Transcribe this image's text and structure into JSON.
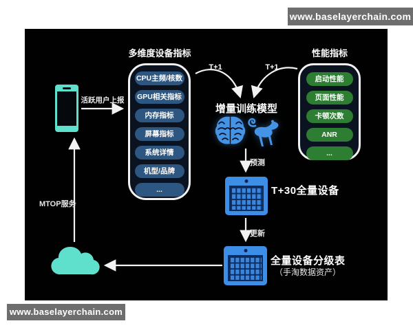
{
  "watermarks": {
    "top": "www.baselayerchain.com",
    "bottom": "www.baselayerchain.com"
  },
  "device_metrics": {
    "title": "多维度设备指标",
    "items": [
      "CPU主频/核数",
      "GPU相关指标",
      "内存指标",
      "屏幕指标",
      "系统详情",
      "机型/品牌",
      "..."
    ]
  },
  "performance_metrics": {
    "title": "性能指标",
    "items": [
      "启动性能",
      "页面性能",
      "卡顿次数",
      "ANR",
      "..."
    ]
  },
  "model": {
    "title": "增量训练模型"
  },
  "labels": {
    "t_plus_1_left": "T+1",
    "t_plus_1_right": "T+1",
    "predict": "预测",
    "update": "更新",
    "t30_devices": "T+30全量设备",
    "grading_table": "全量设备分级表",
    "grading_table_sub": "（手淘数据资产）",
    "active_user_report": "活跃用户上报",
    "mtop_service": "MTOP服务"
  },
  "icons": {
    "brain": "brain-icon",
    "monkey": "monkey-icon",
    "phone": "smartphone-icon",
    "cloud": "cloud-icon",
    "calendar_t30": "calendar-grid-icon",
    "calendar_grading": "calendar-grid-icon"
  },
  "colors": {
    "canvas_bg": "#010101",
    "watermark_bg": "#6e6e6e",
    "device_pill_blue": "#2d5681",
    "performance_pill_green": "#2d7d32",
    "calendar_blue": "#3d8ee6",
    "icon_blue": "#4493e4",
    "teal": "#5fe0cc",
    "arrow_white": "#f2f2f2"
  }
}
